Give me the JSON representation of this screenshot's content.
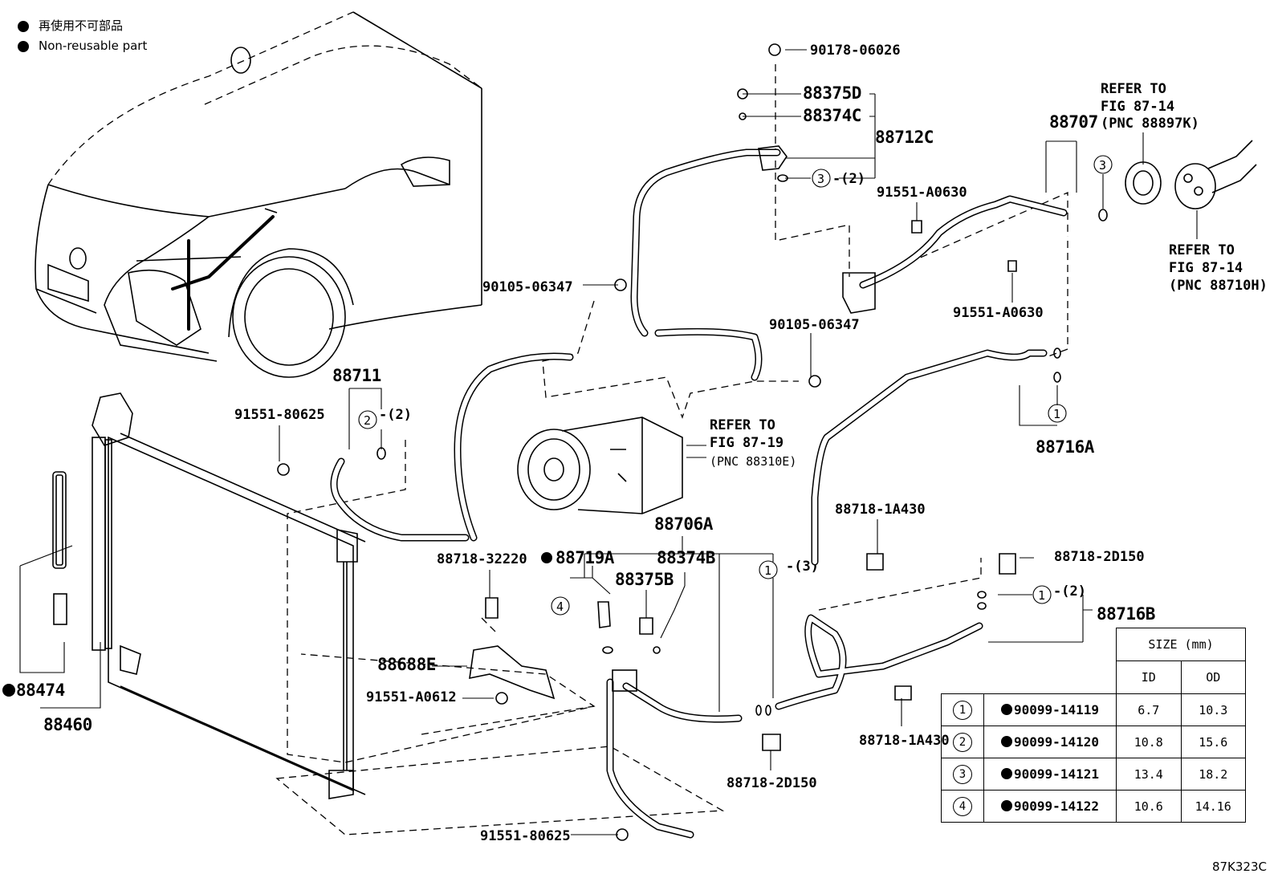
{
  "legend": {
    "jp": "再使用不可部品",
    "en": "Non-reusable part"
  },
  "labels": {
    "p90178": "90178-06026",
    "p88375D": "88375D",
    "p88374C": "88374C",
    "p88712C": "88712C",
    "c3_2_top": "3",
    "c3_2_top_qty": "-(2)",
    "p91551_A0630_a": "91551-A0630",
    "p91551_A0630_b": "91551-A0630",
    "p88707": "88707",
    "refer_top_1": "REFER TO",
    "refer_top_2": "FIG 87-14",
    "refer_top_3": "(PNC 88897K)",
    "c3_right": "3",
    "refer_right_1": "REFER TO",
    "refer_right_2": "FIG 87-14",
    "refer_right_3": "(PNC 88710H)",
    "p90105_a": "90105-06347",
    "p90105_b": "90105-06347",
    "refer_mid_1": "REFER TO",
    "refer_mid_2": "FIG 87-19",
    "refer_mid_3": "(PNC 88310E)",
    "p88711": "88711",
    "p91551_80625_a": "91551-80625",
    "c2": "2",
    "c2_qty": "-(2)",
    "p88716A": "88716A",
    "c1_a": "1",
    "p88718_1A430_a": "88718-1A430",
    "p88706A": "88706A",
    "p88718_32220": "88718-32220",
    "p88719A": "88719A",
    "p88374B": "88374B",
    "p88375B": "88375B",
    "c1_b": "1",
    "c1_b_qty": "-(3)",
    "c4": "4",
    "p88718_2D150_a": "88718-2D150",
    "c1_c": "1",
    "c1_c_qty": "-(2)",
    "p88716B": "88716B",
    "p88688E": "88688E",
    "p91551_A0612": "91551-A0612",
    "p88474": "88474",
    "p88460": "88460",
    "p88718_1A430_b": "88718-1A430",
    "p88718_2D150_b": "88718-2D150",
    "p91551_80625_b": "91551-80625"
  },
  "size_table": {
    "header": "SIZE (mm)",
    "col_id": "ID",
    "col_od": "OD",
    "rows": [
      {
        "ref": "1",
        "part": "90099-14119",
        "id": "6.7",
        "od": "10.3"
      },
      {
        "ref": "2",
        "part": "90099-14120",
        "id": "10.8",
        "od": "15.6"
      },
      {
        "ref": "3",
        "part": "90099-14121",
        "id": "13.4",
        "od": "18.2"
      },
      {
        "ref": "4",
        "part": "90099-14122",
        "id": "10.6",
        "od": "14.16"
      }
    ]
  },
  "figure_code": "87K323C"
}
